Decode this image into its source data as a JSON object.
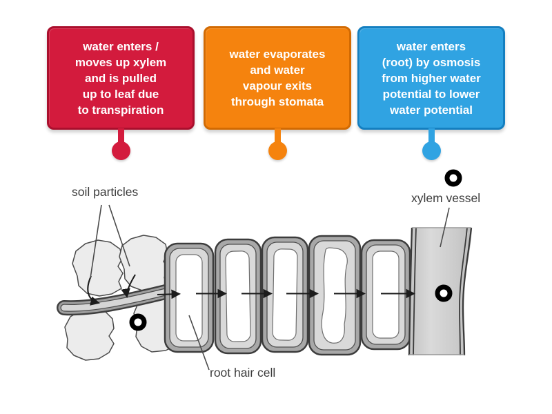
{
  "page": {
    "background": "#ffffff",
    "activity_type": "labelled-diagram"
  },
  "cards": [
    {
      "id": "card-transpiration",
      "color": "#d31b3d",
      "color_dark": "#aa0f2d",
      "text": "water enters / moves up xylem and is pulled up to leaf due to transpiration",
      "lines": [
        "water enters /",
        "moves up xylem",
        "and is pulled",
        "up to leaf due",
        "to transpiration"
      ]
    },
    {
      "id": "card-evaporation",
      "color": "#f5830e",
      "color_dark": "#d26a02",
      "text": "water evaporates and water vapour exits through stomata",
      "lines": [
        "water evaporates",
        "and water",
        "vapour exits",
        "through stomata"
      ]
    },
    {
      "id": "card-osmosis",
      "color": "#30a3e2",
      "color_dark": "#147fc0",
      "text": "water enters (root) by osmosis from higher water potential to lower water potential",
      "lines": [
        "water enters",
        "(root) by osmosis",
        "from higher water",
        "potential to lower",
        "water potential"
      ]
    }
  ],
  "diagram": {
    "labels": {
      "soil_particles": "soil particles",
      "xylem_vessel": "xylem vessel",
      "root_hair_cell": "root hair cell"
    },
    "drop_target_color": "#000000",
    "drop_target_count": 3
  }
}
